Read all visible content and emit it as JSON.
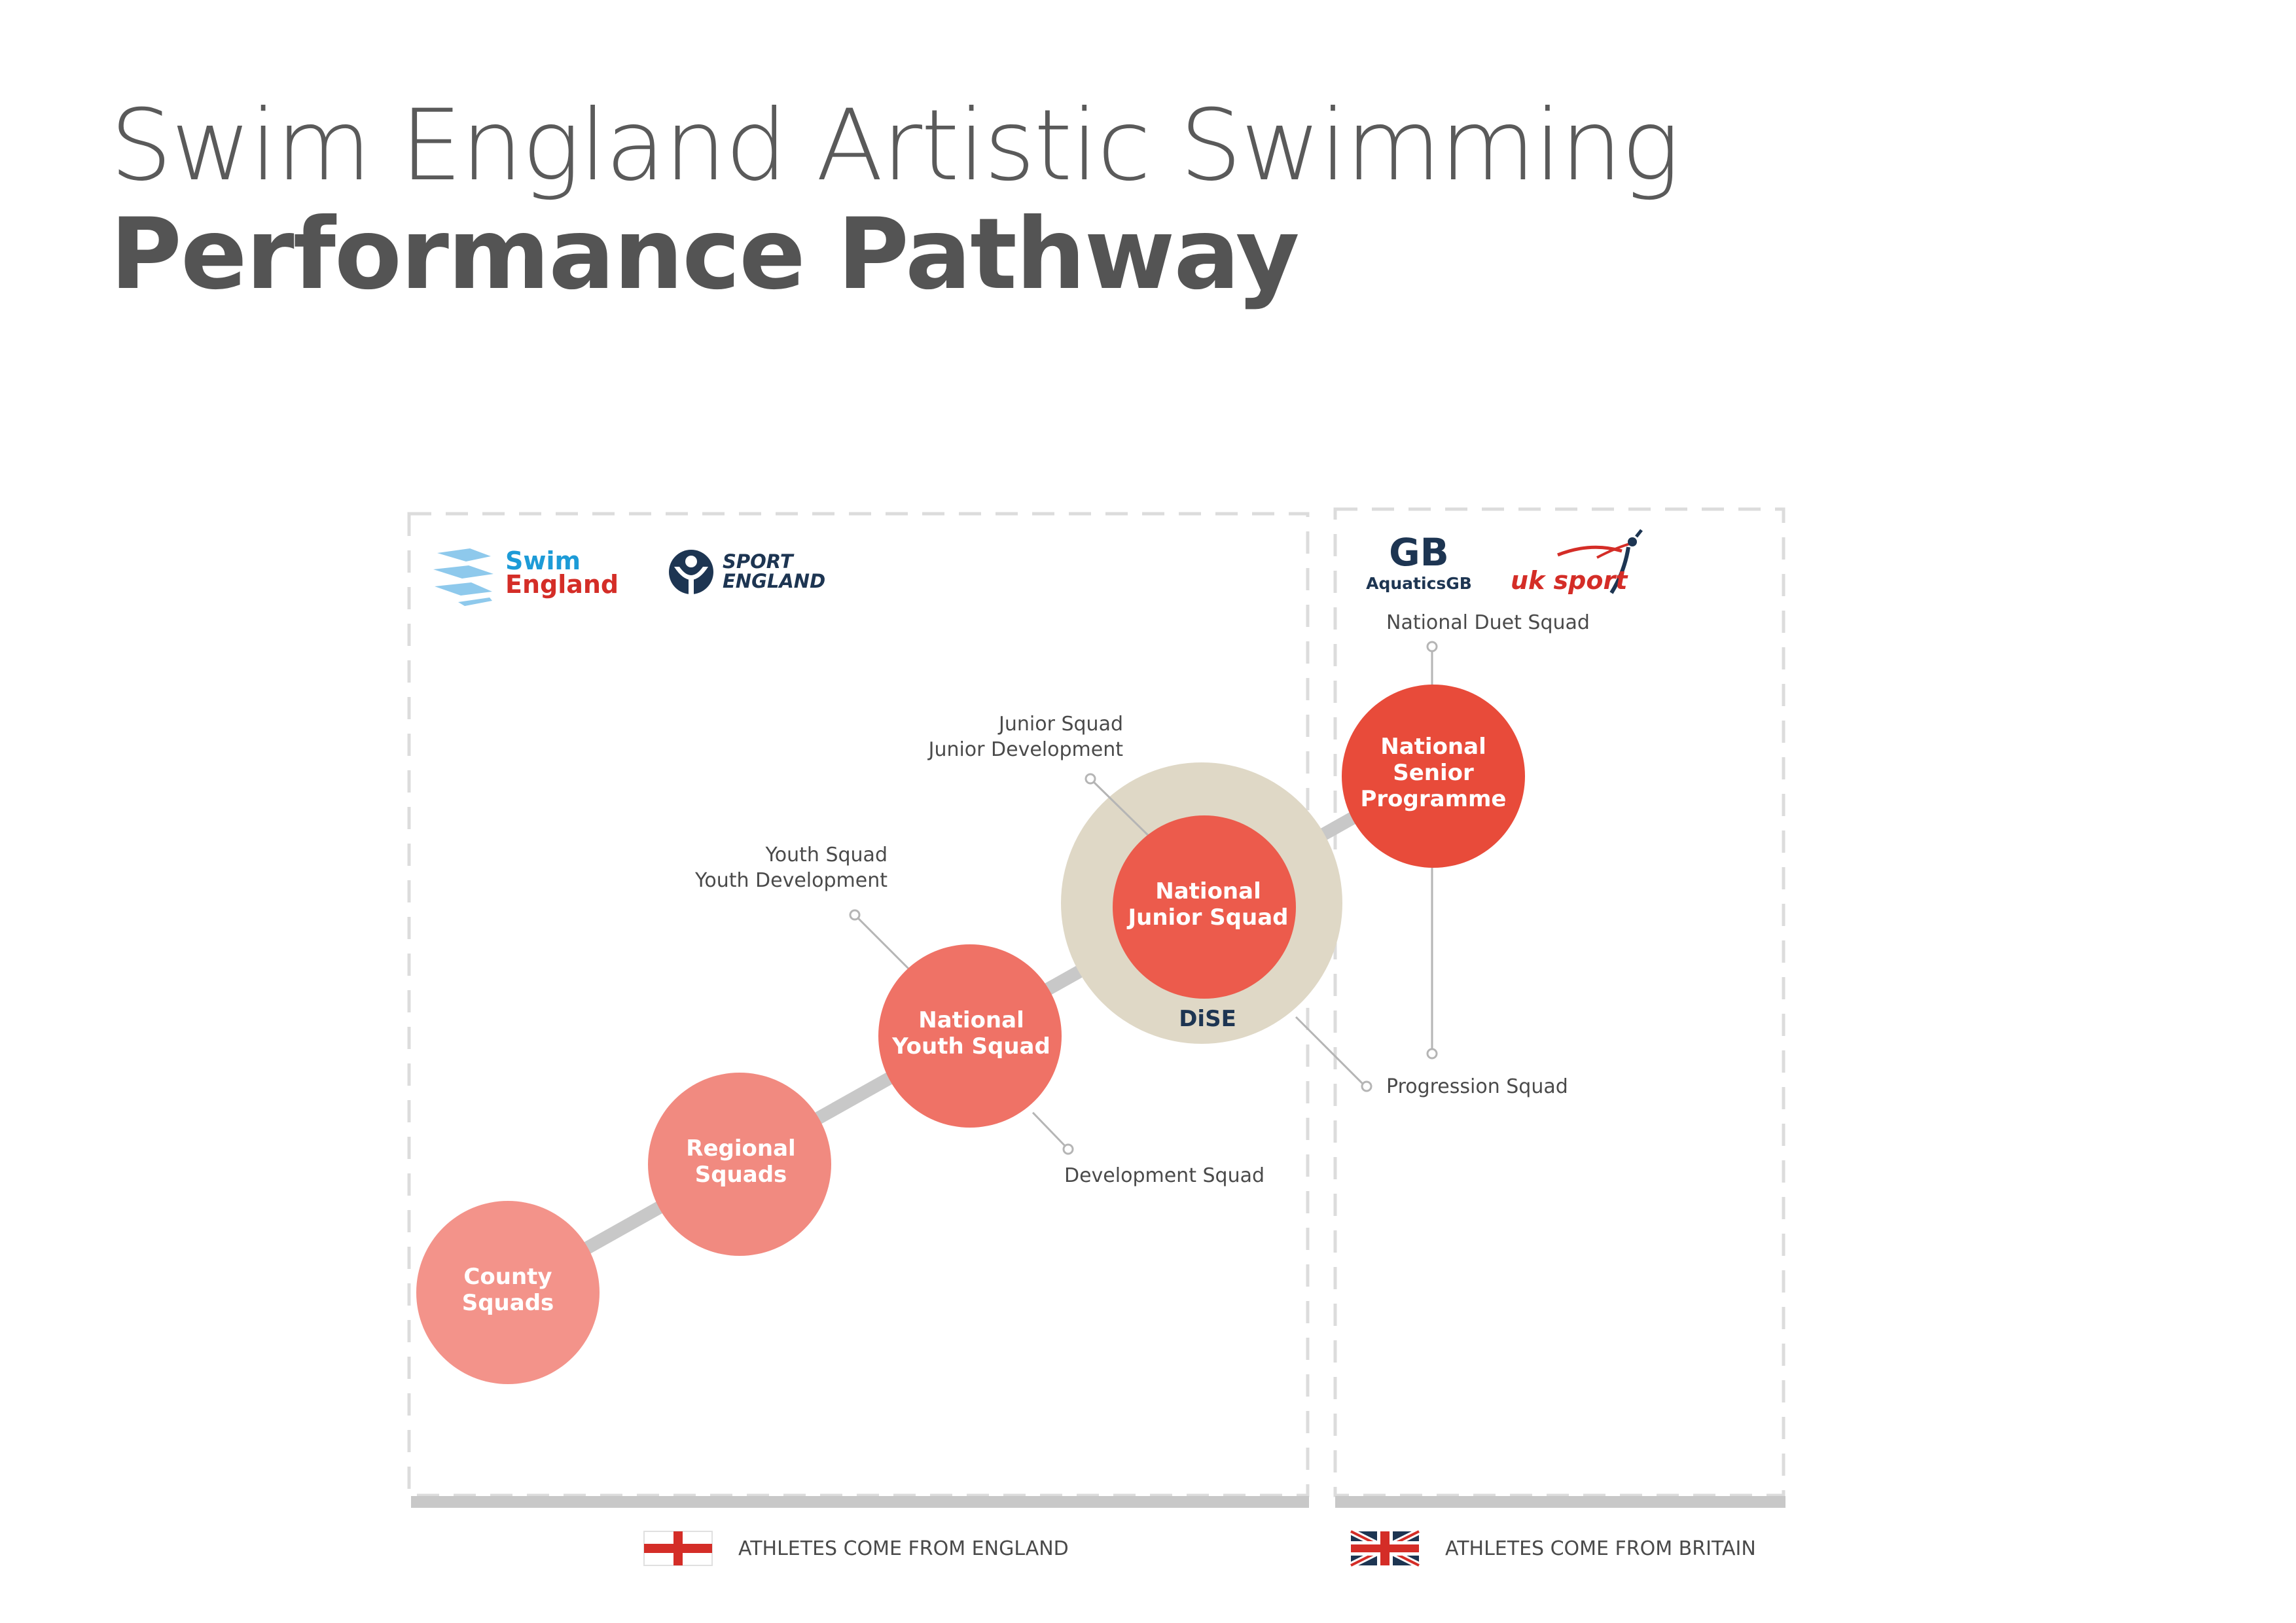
{
  "title": {
    "line1": "Swim England Artistic Swimming",
    "line2": "Performance Pathway"
  },
  "logos": {
    "swim_england": {
      "line1": "Swim",
      "line2": "England"
    },
    "sport_england": {
      "line1": "SPORT",
      "line2": "ENGLAND"
    },
    "aquatics_gb": {
      "mark": "GB",
      "text": "AquaticsGB"
    },
    "uk_sport": {
      "text": "uk sport"
    }
  },
  "stages": [
    {
      "id": "county",
      "lines": [
        "County",
        "Squads"
      ],
      "color": "#f3938a"
    },
    {
      "id": "regional",
      "lines": [
        "Regional",
        "Squads"
      ],
      "color": "#f18a80"
    },
    {
      "id": "youth",
      "lines": [
        "National",
        "Youth Squad"
      ],
      "color": "#ef7266"
    },
    {
      "id": "junior",
      "lines": [
        "National",
        "Junior Squad"
      ],
      "color": "#ec5b4c"
    },
    {
      "id": "senior",
      "lines": [
        "National",
        "Senior",
        "Programme"
      ],
      "color": "#e84b3a"
    }
  ],
  "dise": {
    "label": "DiSE",
    "color": "#dfd8c6"
  },
  "annotations": {
    "junior_squad": [
      "Junior Squad",
      "Junior Development"
    ],
    "youth_squad": [
      "Youth Squad",
      "Youth Development"
    ],
    "development_squad": "Development Squad",
    "progression_squad": "Progression Squad",
    "national_duet_squad": "National Duet Squad"
  },
  "footer": {
    "england": "ATHLETES COME FROM ENGLAND",
    "britain": "ATHLETES COME FROM BRITAIN"
  },
  "colors": {
    "pathway_line": "#c8c8c8",
    "dash": "#dcdcdc",
    "annotation_text": "#4a4a4a",
    "swim_blue": "#1d9bd7",
    "swim_red": "#d42d27",
    "navy": "#1d3552"
  }
}
